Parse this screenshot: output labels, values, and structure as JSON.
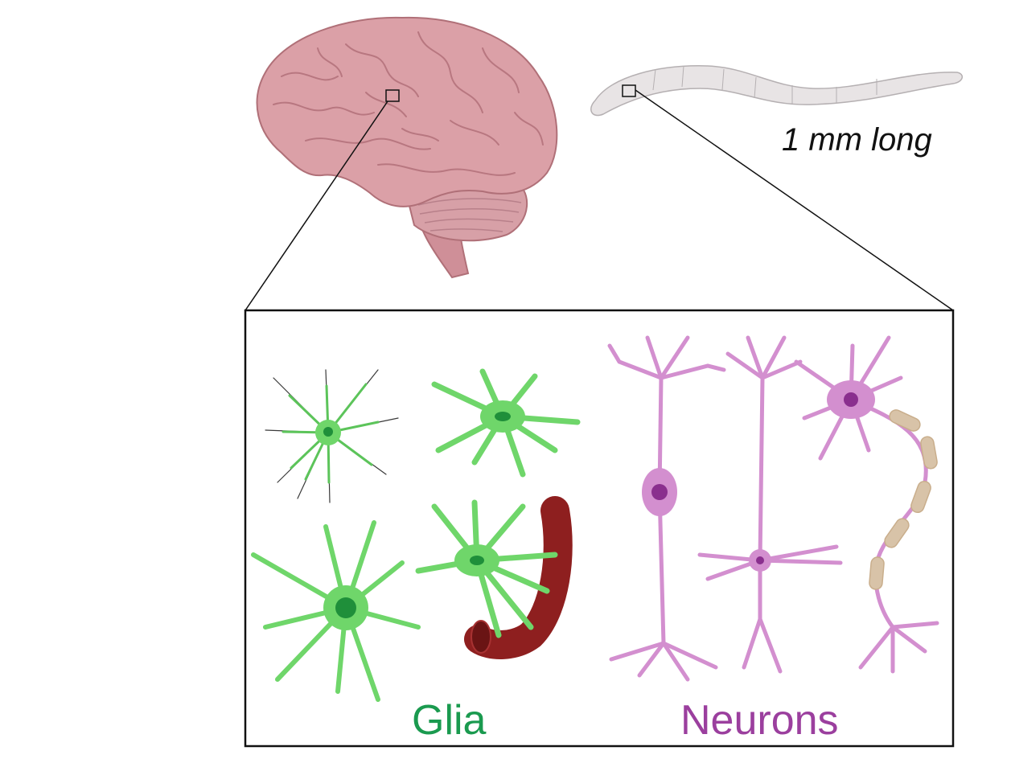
{
  "labels": {
    "worm_length": "1 mm long",
    "glia": "Glia",
    "neurons": "Neurons"
  },
  "colors": {
    "brain": "#d99ca3",
    "brain_fold": "#b87780",
    "worm": "#e6e2e3",
    "glia": "#6fd66a",
    "glia_text": "#1a9a4f",
    "neuron": "#d38fcf",
    "neuron_text": "#9b3f9e",
    "nucleus_neuron": "#8a2f8e",
    "nucleus_glia": "#1f8f3a",
    "vessel": "#8e1f1f",
    "myelin": "#d8c3a8"
  }
}
